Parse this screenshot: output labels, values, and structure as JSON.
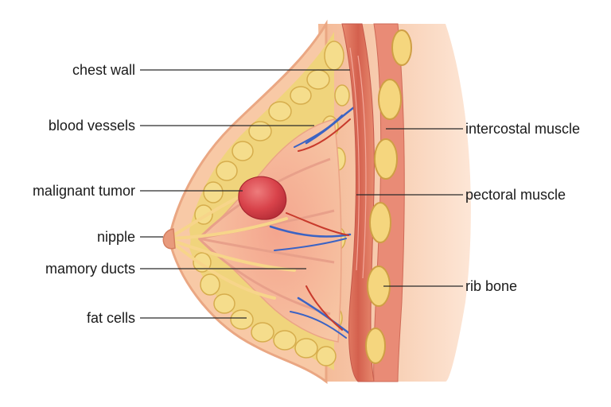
{
  "labels_left": {
    "chest_wall": "chest wall",
    "blood_vessels": "blood vessels",
    "malignant_tumor": "malignant tumor",
    "nipple": "nipple",
    "mamory_ducts": "mamory ducts",
    "fat_cells": "fat cells"
  },
  "labels_right": {
    "intercostal_muscle": "intercostal muscle",
    "pectoral_muscle": "pectoral muscle",
    "rib_bone": "rib bone"
  },
  "colors": {
    "skin": "#f6c9a8",
    "skin_outline": "#e9a483",
    "fat": "#f2d57c",
    "fat_outline": "#d9b24f",
    "muscle": "#d9715f",
    "tumor": "#d9434a",
    "vessel_blue": "#3b63c4",
    "vessel_red": "#c83a2c",
    "rib": "#f4d77e"
  }
}
